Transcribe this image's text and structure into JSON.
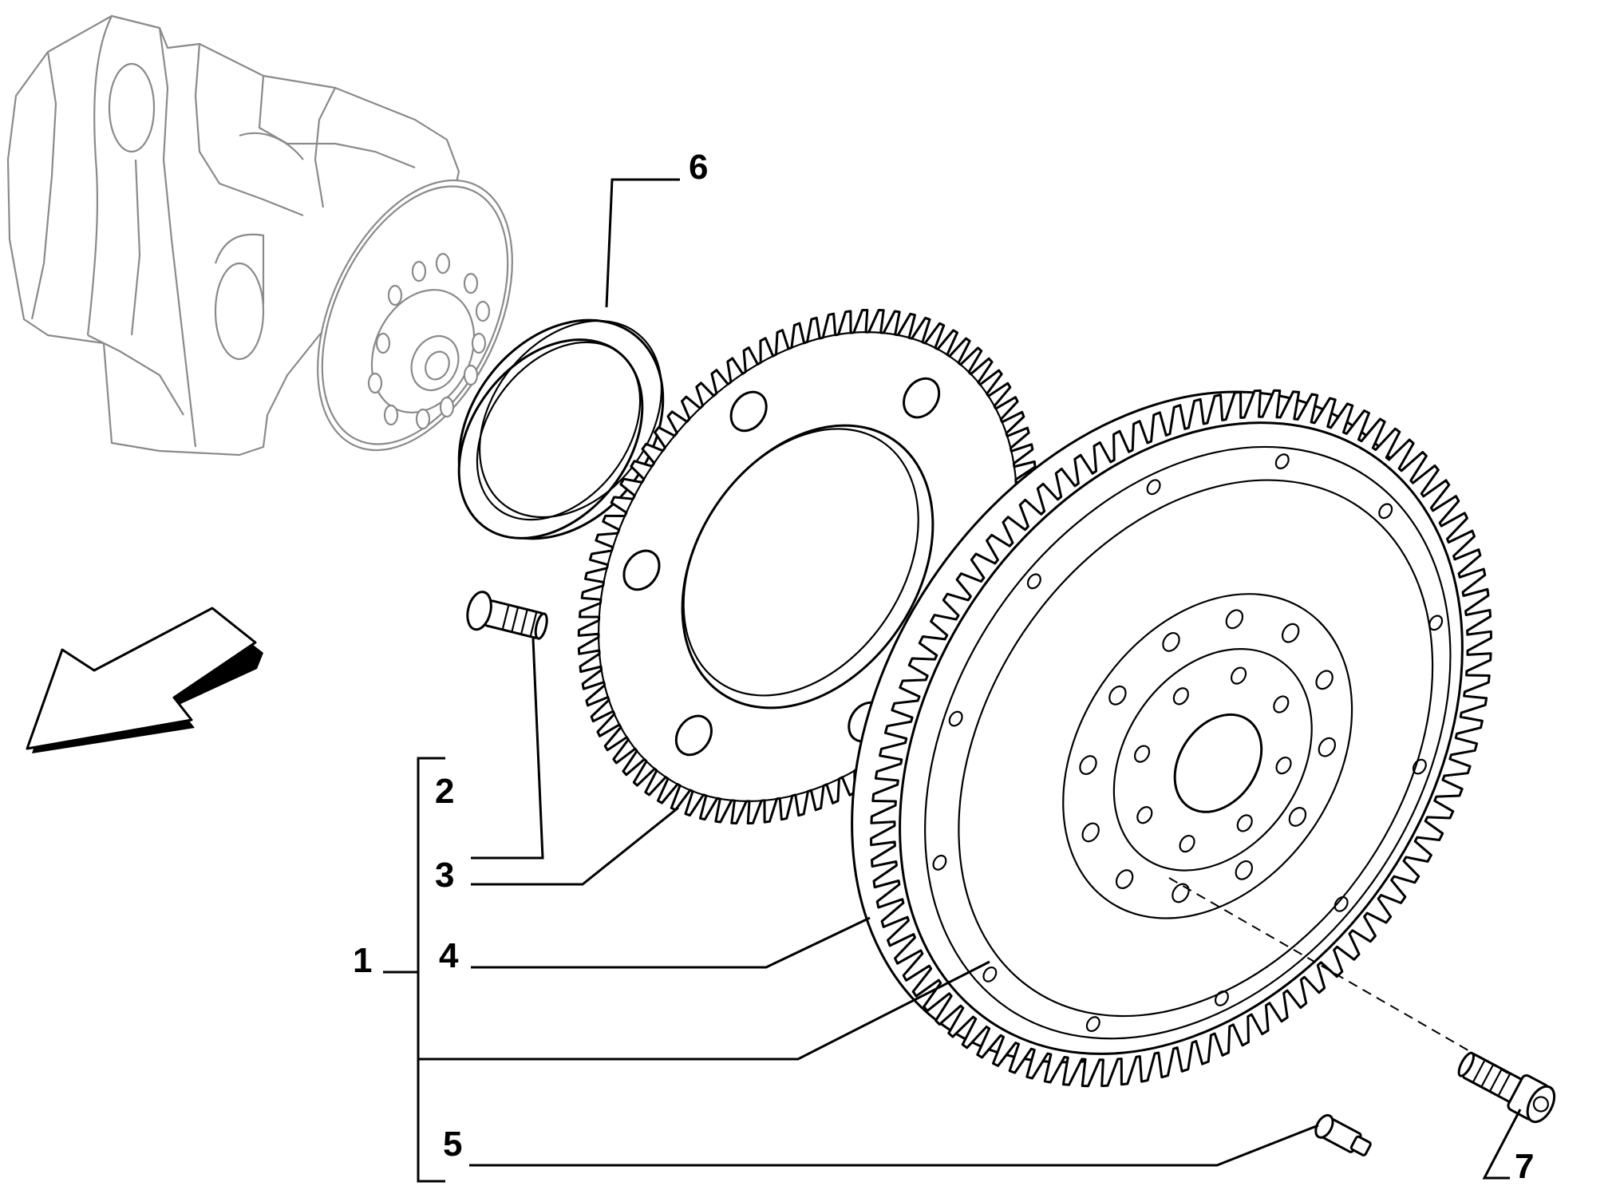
{
  "callouts": {
    "c1": "1",
    "c2": "2",
    "c3": "3",
    "c4": "4",
    "c5": "5",
    "c6": "6",
    "c7": "7"
  },
  "parts": {
    "crankshaft": "crankshaft-reference",
    "seal": "oil-seal-ring",
    "screw": "flywheel-screw",
    "ring_gear": "starter-ring-gear",
    "flywheel": "engine-flywheel",
    "dowel": "centering-pin",
    "bolt": "flywheel-bolt",
    "arrow": "engine-direction-arrow"
  },
  "colors": {
    "line": "#000000",
    "ghost": "#8a8a8a",
    "background": "#ffffff"
  }
}
